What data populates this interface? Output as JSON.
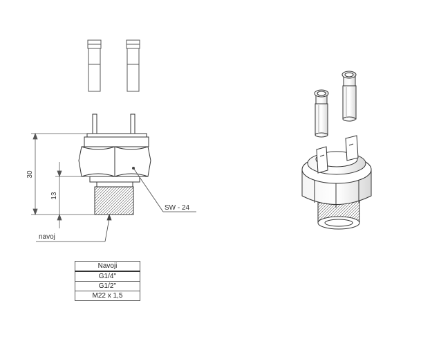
{
  "dimensions": {
    "height_total": "30",
    "height_thread": "13"
  },
  "labels": {
    "wrench_size": "SW - 24",
    "thread": "navoj"
  },
  "thread_table": {
    "header": "Navoji",
    "rows": [
      "G1/4''",
      "G1/2''",
      "M22 x 1,5"
    ]
  }
}
